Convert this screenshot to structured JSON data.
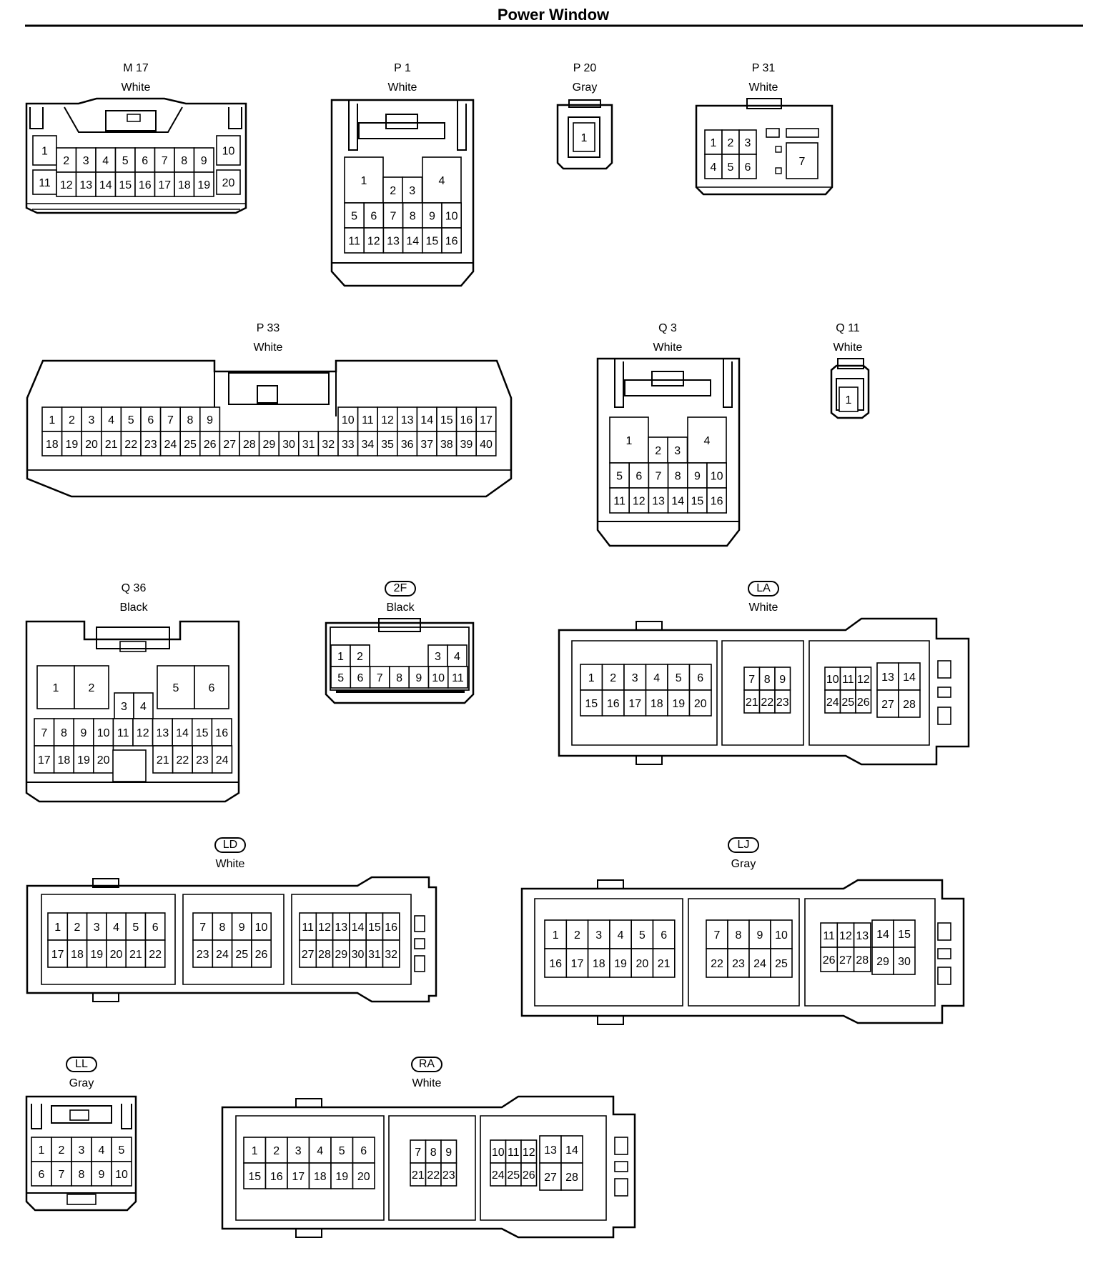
{
  "title": "Power Window",
  "connectors": [
    {
      "id": "M17",
      "code": "M 17",
      "color": "White",
      "circled": false
    },
    {
      "id": "P1",
      "code": "P 1",
      "color": "White",
      "circled": false
    },
    {
      "id": "P20",
      "code": "P 20",
      "color": "Gray",
      "circled": false
    },
    {
      "id": "P31",
      "code": "P 31",
      "color": "White",
      "circled": false
    },
    {
      "id": "P33",
      "code": "P 33",
      "color": "White",
      "circled": false
    },
    {
      "id": "Q3",
      "code": "Q 3",
      "color": "White",
      "circled": false
    },
    {
      "id": "Q11",
      "code": "Q 11",
      "color": "White",
      "circled": false
    },
    {
      "id": "Q36",
      "code": "Q 36",
      "color": "Black",
      "circled": false
    },
    {
      "id": "2F",
      "code": "2F",
      "color": "Black",
      "circled": true
    },
    {
      "id": "LA",
      "code": "LA",
      "color": "White",
      "circled": true
    },
    {
      "id": "LD",
      "code": "LD",
      "color": "White",
      "circled": true
    },
    {
      "id": "LJ",
      "code": "LJ",
      "color": "Gray",
      "circled": true
    },
    {
      "id": "LL",
      "code": "LL",
      "color": "Gray",
      "circled": true
    },
    {
      "id": "RA",
      "code": "RA",
      "color": "White",
      "circled": true
    }
  ]
}
